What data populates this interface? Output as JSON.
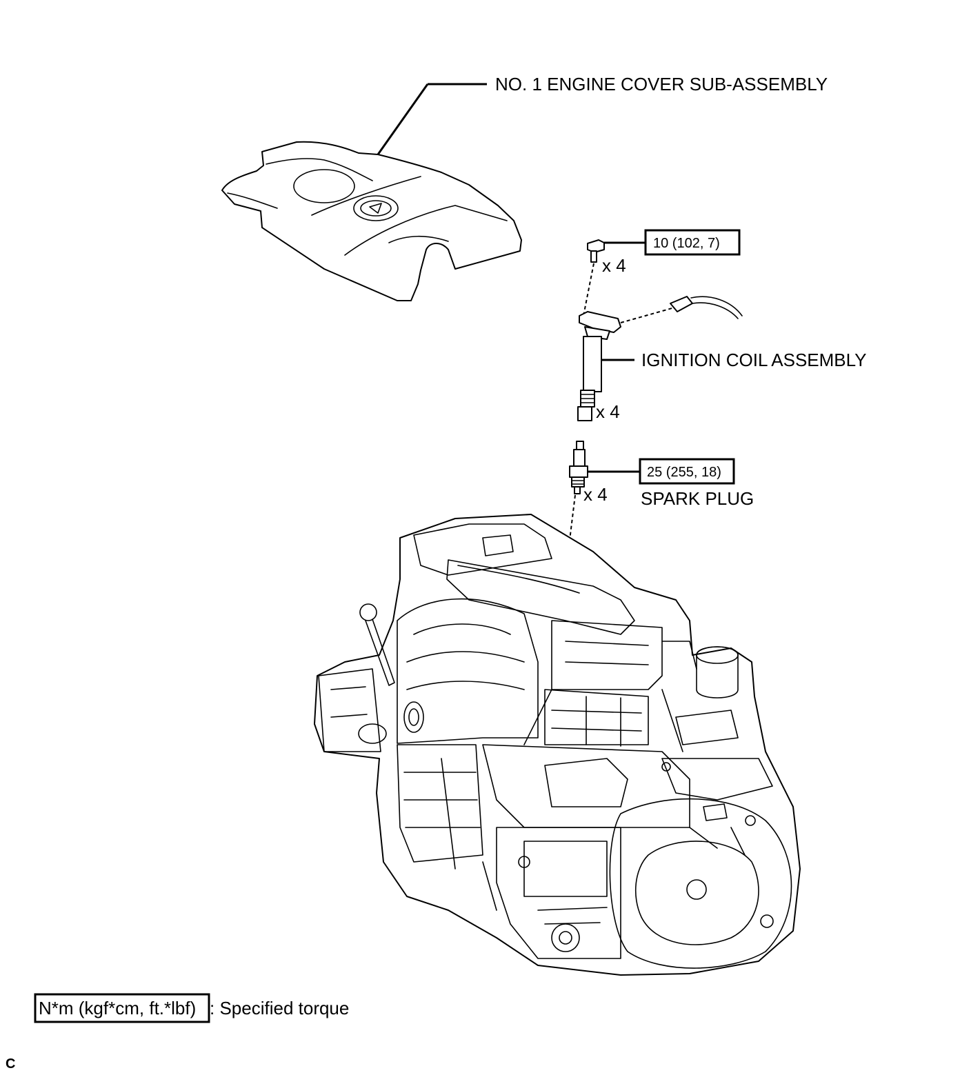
{
  "labels": {
    "engine_cover": "NO. 1 ENGINE COVER SUB-ASSEMBLY",
    "ignition_coil": "IGNITION COIL ASSEMBLY",
    "spark_plug": "SPARK PLUG"
  },
  "torques": {
    "coil_bolt": "10 (102, 7)",
    "spark_plug": "25 (255, 18)"
  },
  "quantities": {
    "bolt": "x 4",
    "coil": "x 4",
    "plug": "x 4"
  },
  "legend": {
    "unit_box": "N*m (kgf*cm, ft.*lbf)",
    "description": ": Specified torque"
  },
  "corner_mark": "C"
}
